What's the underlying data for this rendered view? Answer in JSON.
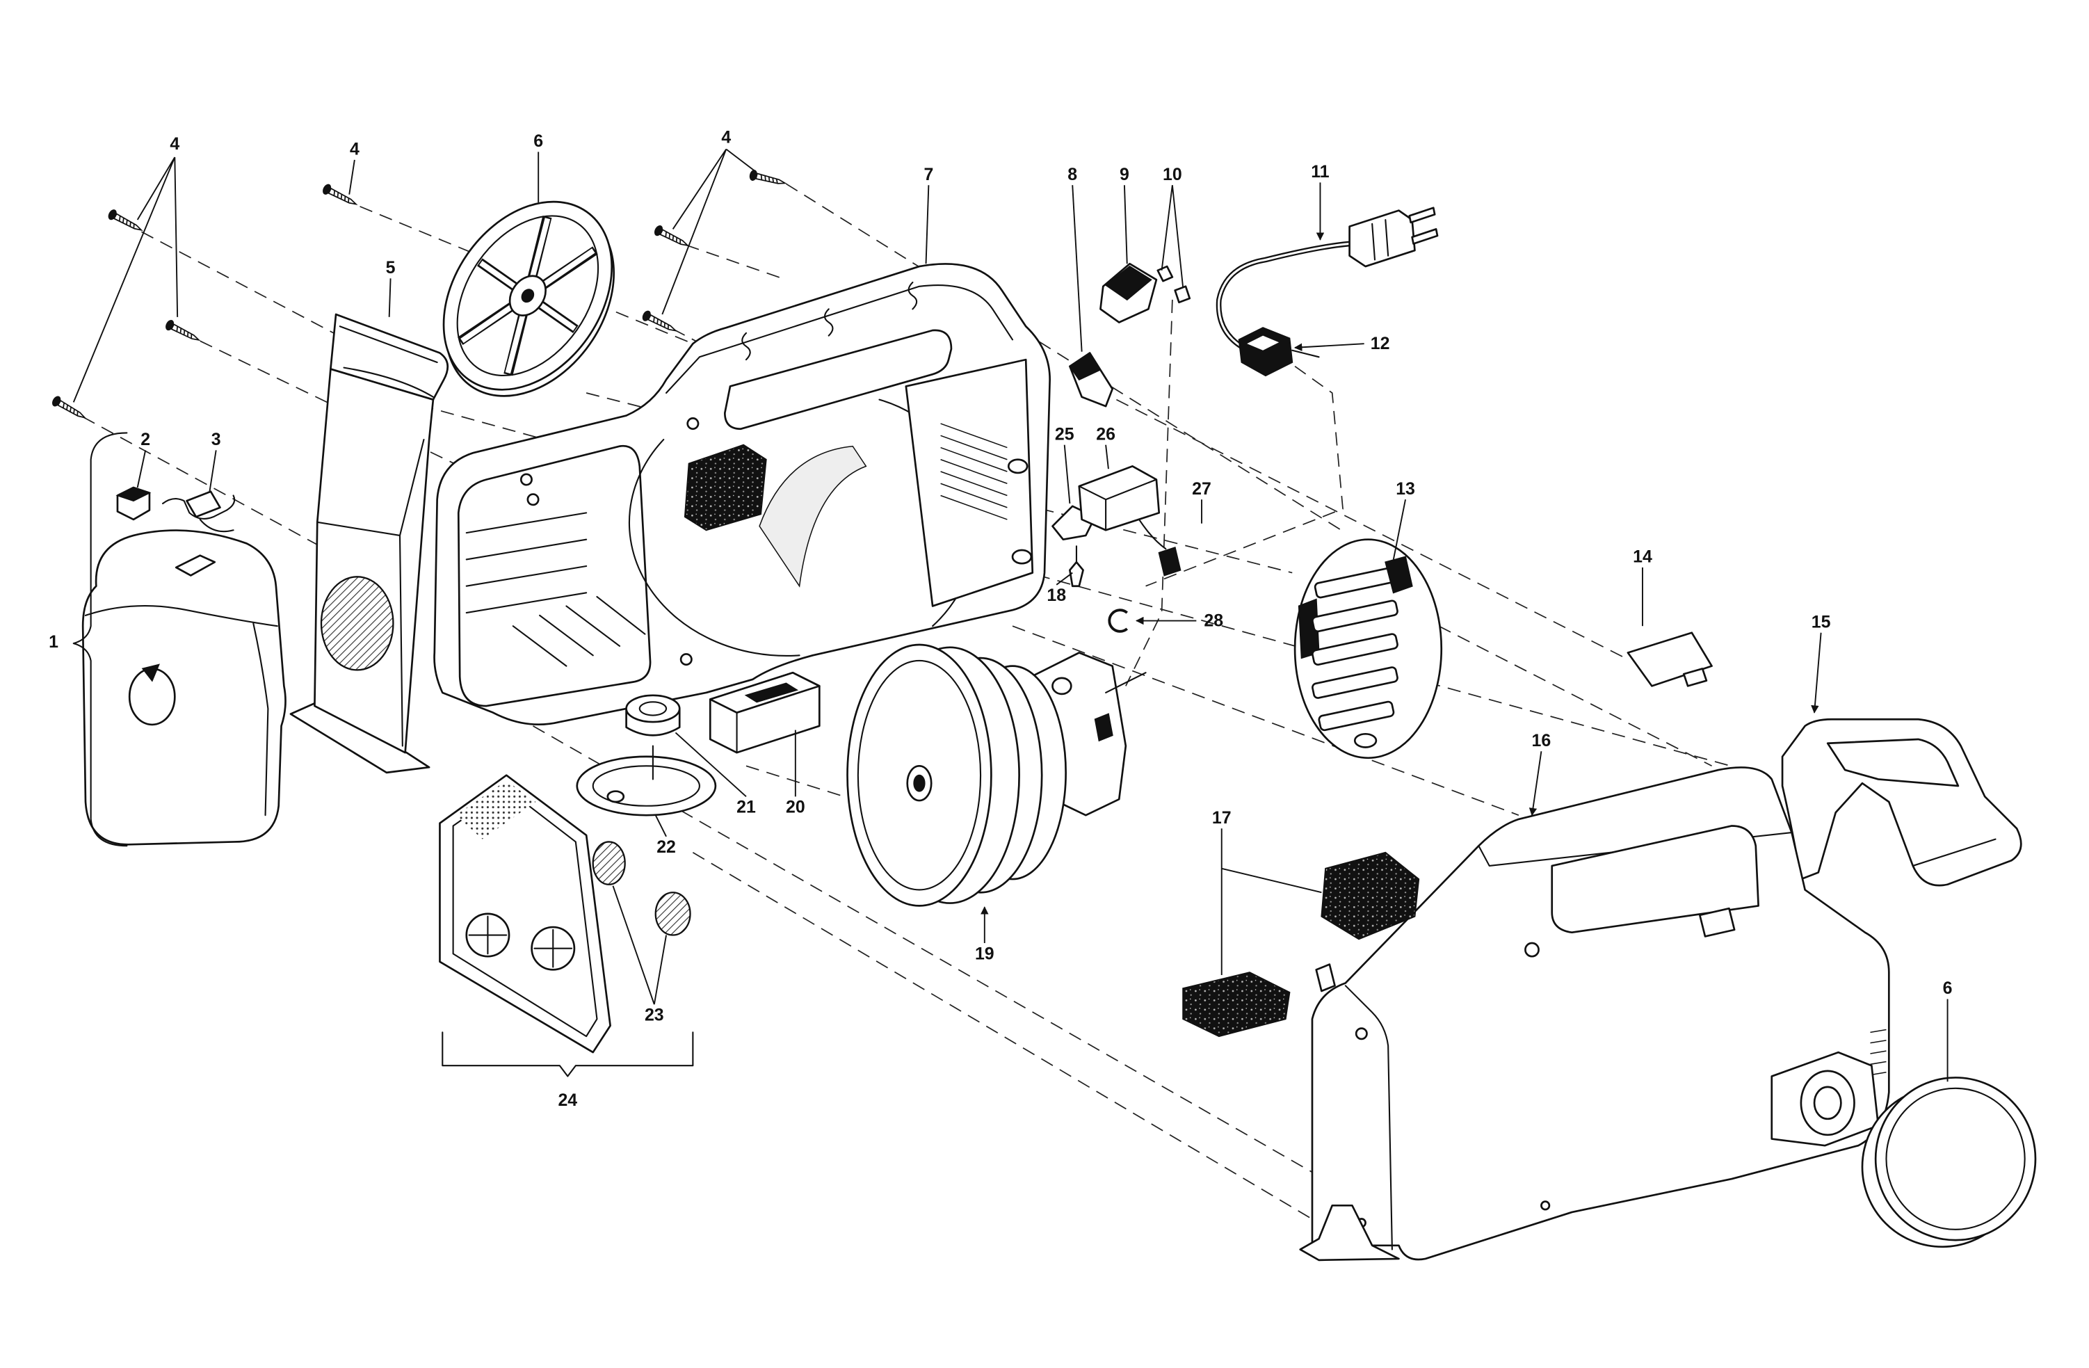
{
  "colors": {
    "ink": "#111111",
    "background": "#ffffff"
  },
  "callouts": [
    "4",
    "4",
    "6",
    "4",
    "7",
    "8",
    "9",
    "10",
    "11",
    "12",
    "5",
    "2",
    "3",
    "1",
    "25",
    "26",
    "27",
    "13",
    "14",
    "15",
    "16",
    "18",
    "28",
    "21",
    "20",
    "22",
    "19",
    "17",
    "23",
    "24",
    "6"
  ]
}
